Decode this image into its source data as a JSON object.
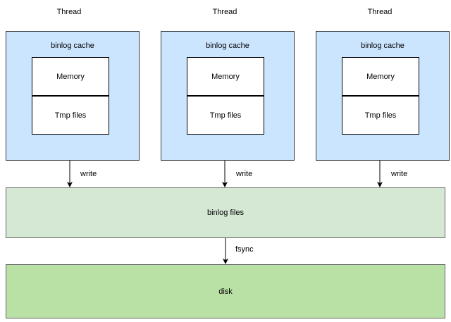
{
  "threads": [
    {
      "label": "Thread",
      "cache_title": "binlog cache",
      "memory": "Memory",
      "tmp": "Tmp files",
      "write": "write"
    },
    {
      "label": "Thread",
      "cache_title": "binlog cache",
      "memory": "Memory",
      "tmp": "Tmp files",
      "write": "write"
    },
    {
      "label": "Thread",
      "cache_title": "binlog cache",
      "memory": "Memory",
      "tmp": "Tmp files",
      "write": "write"
    }
  ],
  "binlog_files": "binlog files",
  "fsync": "fsync",
  "disk": "disk"
}
